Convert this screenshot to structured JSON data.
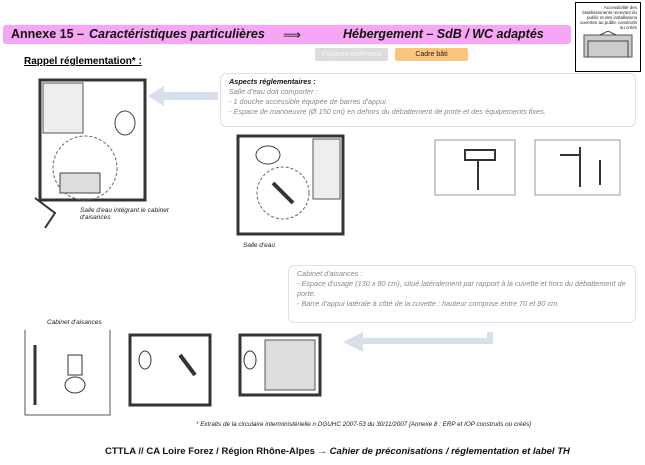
{
  "header": {
    "title_prefix": "Annexe 15 – ",
    "title_italic": "Caractéristiques particulières",
    "arrow": "⟹",
    "subtitle": "Hébergement – SdB / WC adaptés"
  },
  "logo": {
    "text": "Accessibilité des établissements recevant du public et des installations ouvertes au public construits ou créés"
  },
  "tabs": [
    {
      "label": "Espaces extérieurs",
      "color": "#dcdcdc"
    },
    {
      "label": "Cadre bâti",
      "color": "#fdc47e"
    }
  ],
  "rappel": "Rappel réglementation* :",
  "aspects": {
    "title": "Aspects réglementaires :",
    "lines": [
      "Salle d'eau doit comporter :",
      "- 1 douche accessible équipée de barres d'appui.",
      "- Espace de manoeuvre (Ø 150 cm) en dehors du débattement de porte et des équipements fixes."
    ]
  },
  "captions": {
    "salle_eau_wc": "Salle d'eau intégrant le cabinet d'aisances",
    "salle_eau": "Salle d'eau",
    "cabinet": "Cabinet d'aisances"
  },
  "cabinet": {
    "title": "Cabinet d'aisances :",
    "lines": [
      "- Espace d'usage (130 x 80 cm), situé latéralement par rapport à la cuvette et hors du débattement de porte.",
      "- Barre d'appui latérale à côté de la cuvette : hauteur comprise entre 70 et 80 cm."
    ]
  },
  "footnote": "* Extraits de la circulaire interministérielle n DGUHC 2007-53 du 30/11/2007 [Annexe 8 : ERP et IOP construits ou créés]",
  "footer": {
    "left": "CTTLA // CA Loire Forez / Région Rhône-Alpes",
    "arrow": "→",
    "right": "Cahier de préconisations / réglementation et label TH"
  }
}
